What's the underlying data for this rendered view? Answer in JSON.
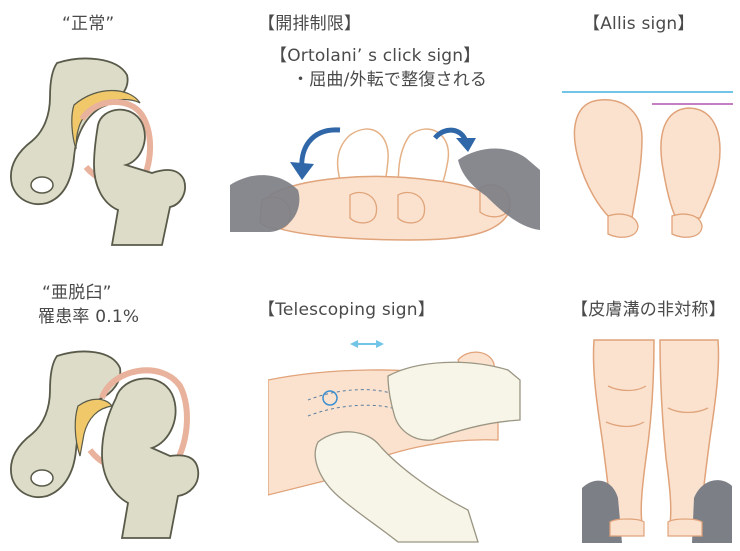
{
  "labels": {
    "normal": "“正常”",
    "limitation": "【開排制限】",
    "ortolani": "【Ortolani’ s click sign】",
    "ortolani_note": "・屈曲/外転で整復される",
    "allis": "【Allis sign】",
    "subluxation": "“亜脱臼”",
    "incidence": "罹患率 0.1%",
    "telescoping": "【Telescoping sign】",
    "skinfold": "【皮膚溝の非対称】"
  },
  "colors": {
    "bone": "#dcdcc8",
    "bone_outline": "#5a5a4a",
    "cartilage": "#f0c869",
    "capsule": "#e9b29c",
    "skin": "#fbe2cf",
    "skin_outline": "#e0a37a",
    "glove": "#7d7f86",
    "arrow_blue": "#2f67a8",
    "line_cyan": "#72c5e6",
    "line_magenta": "#c47fc3",
    "text": "#4a4a4a"
  }
}
